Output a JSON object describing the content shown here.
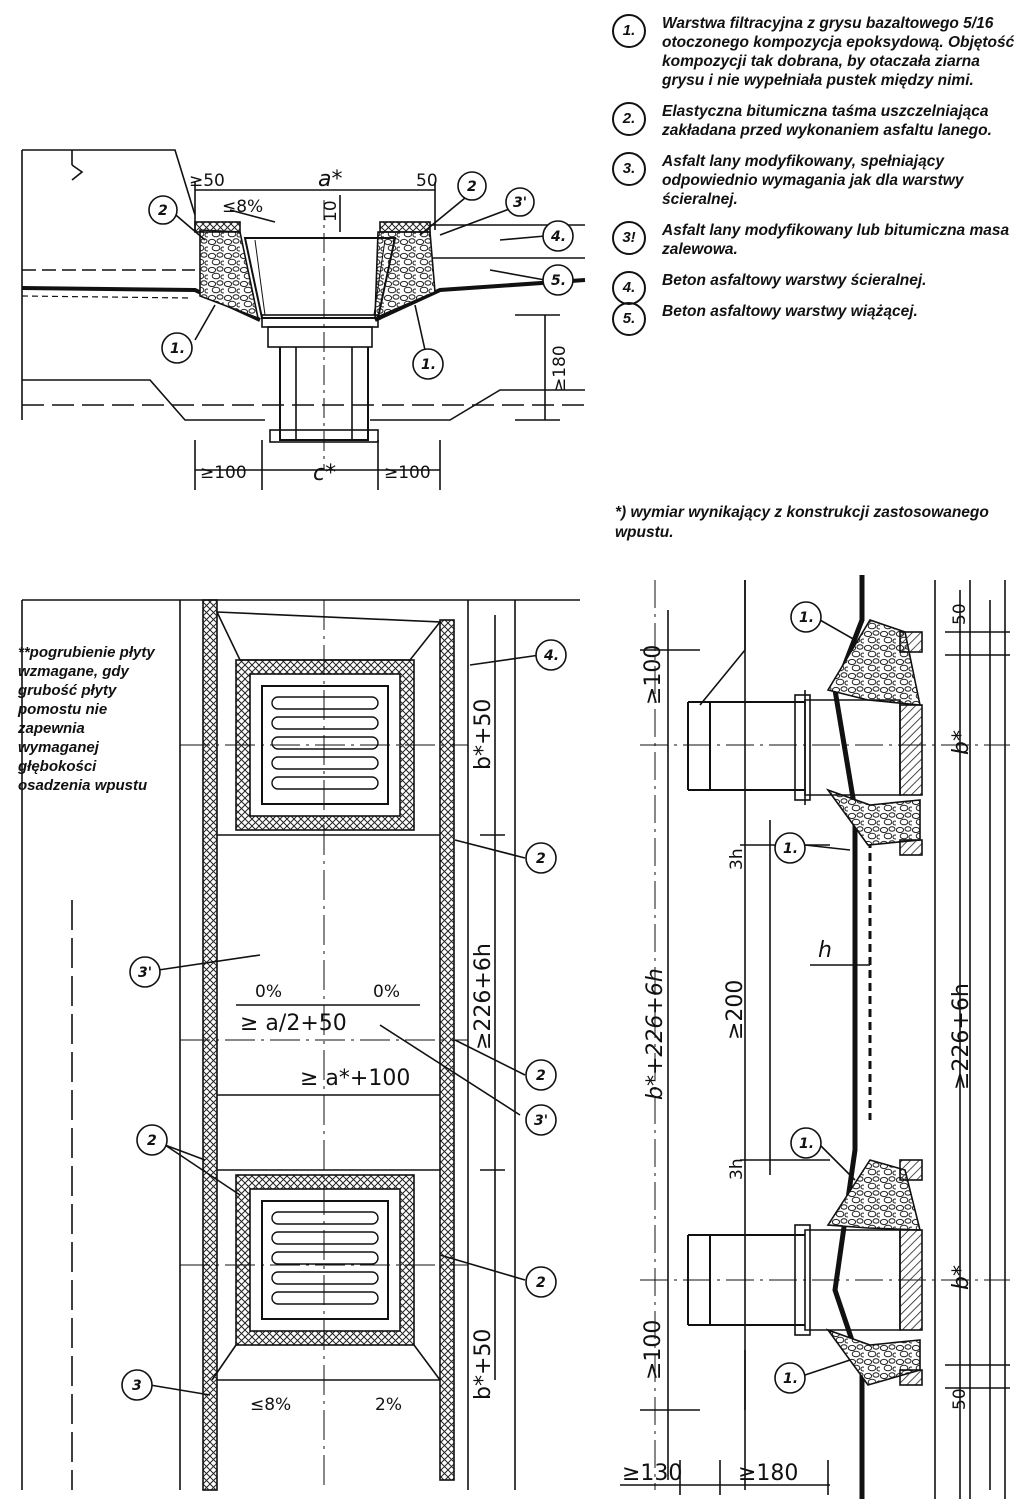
{
  "legend": [
    {
      "num": "1.",
      "text": "Warstwa filtracyjna z grysu bazaltowego 5/16 otoczonego kompozycja epoksydową. Objętość kompozycji tak dobrana, by otaczała ziarna grysu i nie wypełniała pustek między nimi."
    },
    {
      "num": "2.",
      "text": "Elastyczna bitumiczna taśma uszczelniająca zakładana przed wykonaniem asfaltu lanego."
    },
    {
      "num": "3.",
      "text": "Asfalt lany modyfikowany, spełniający odpowiednio wymagania jak dla warstwy ścieralnej."
    },
    {
      "num": "3!",
      "text": "Asfalt lany modyfikowany lub bitumiczna masa zalewowa."
    },
    {
      "num": "4.",
      "text": "Beton asfaltowy warstwy ścieralnej."
    },
    {
      "num": "5.",
      "text": "Beton asfaltowy warstwy wiążącej."
    }
  ],
  "footnote": "*) wymiar wynikający z konstrukcji zastosowanego wpustu.",
  "side_note": "**pogrubienie płyty wzmagane, gdy grubość płyty pomostu nie zapewnia wymaganej głębokości osadzenia wpustu",
  "section_top": {
    "dims": [
      "≥50",
      "a*",
      "50",
      "≤8%",
      "10",
      "≥180",
      "≥100",
      "c*",
      "≥100"
    ],
    "markers": [
      "2",
      "2",
      "3'",
      "4.",
      "5.",
      "1.",
      "1."
    ]
  },
  "plan": {
    "dims": [
      "b*+50",
      "≥226+6h",
      "0%",
      "0%",
      "≥ a/2+50",
      "≥ a*+100",
      "b*+50",
      "≤8%",
      "2%"
    ],
    "markers": [
      "4.",
      "2",
      "3'",
      "2",
      "3'",
      "2",
      "2",
      "3"
    ]
  },
  "section_right": {
    "dims": [
      "≥100",
      "50",
      "b*",
      "3h",
      "h",
      "≥200",
      "b*+226+6h",
      "≥226+6h",
      "3h",
      "b*",
      "≥100",
      "50",
      "≥130",
      "≥180"
    ],
    "markers": [
      "1.",
      "1.",
      "1.",
      "1."
    ]
  }
}
